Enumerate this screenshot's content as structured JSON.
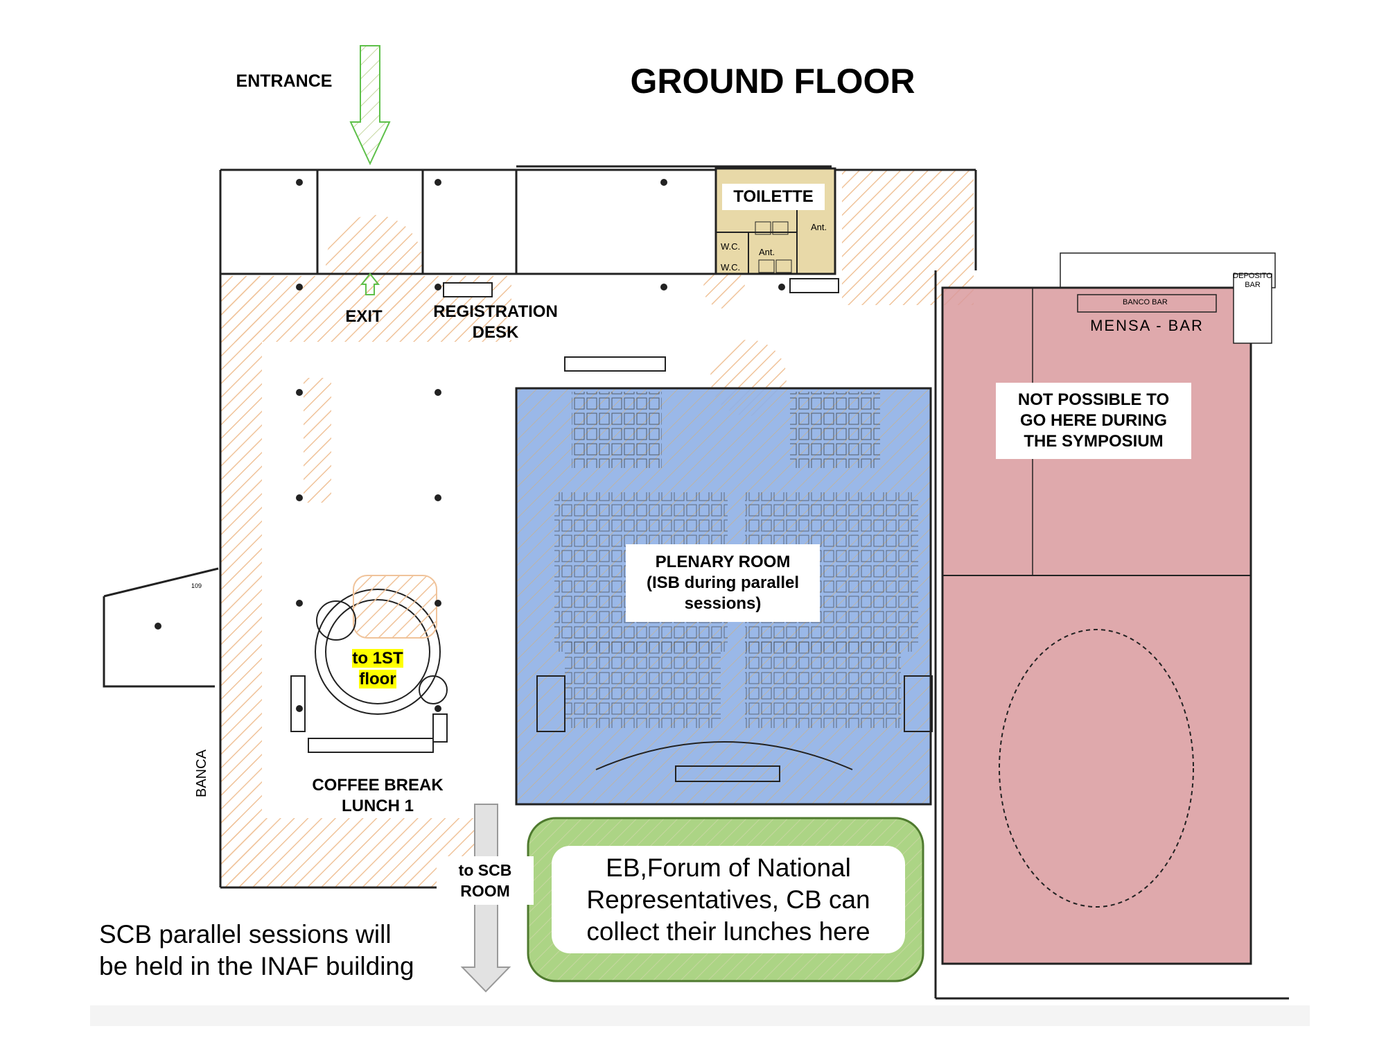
{
  "title": "GROUND FLOOR",
  "labels": {
    "entrance": "ENTRANCE",
    "exit": "EXIT",
    "registration": [
      "REGISTRATION",
      "DESK"
    ],
    "toilette": "TOILETTE",
    "wc1": "W.C.",
    "wc2": "W.C.",
    "ant1": "Ant.",
    "ant2": "Ant.",
    "mensa_bar": "MENSA - BAR",
    "banco_bar": "BANCO BAR",
    "deposito": [
      "DEPOSITO",
      "BAR"
    ],
    "not_possible": [
      "NOT POSSIBLE TO",
      "GO HERE DURING",
      "THE SYMPOSIUM"
    ],
    "plenary": [
      "PLENARY ROOM",
      "(ISB during parallel",
      "sessions)"
    ],
    "first_floor": [
      "to 1ST",
      "floor"
    ],
    "coffee": [
      "COFFEE BREAK",
      "LUNCH 1"
    ],
    "banca": "BANCA",
    "room_109": "109",
    "to_scb": [
      "to SCB",
      "ROOM"
    ],
    "lunch_box": [
      "EB,Forum of National",
      "Representatives, CB can",
      "collect their lunches here"
    ],
    "scb_note": [
      "SCB parallel sessions will",
      "be held in the INAF building"
    ]
  },
  "colors": {
    "plenary_fill": "#8fb0e6",
    "mensa_fill": "#d99a9e",
    "lunch_fill": "#a3cf78",
    "toilette_fill": "#e8d9a8",
    "hatch": "#f3c9a0",
    "arrow_green": "#8de97a",
    "arrow_gray": "#dcdcdc",
    "highlight": "#ffff00",
    "wall": "#222222"
  }
}
